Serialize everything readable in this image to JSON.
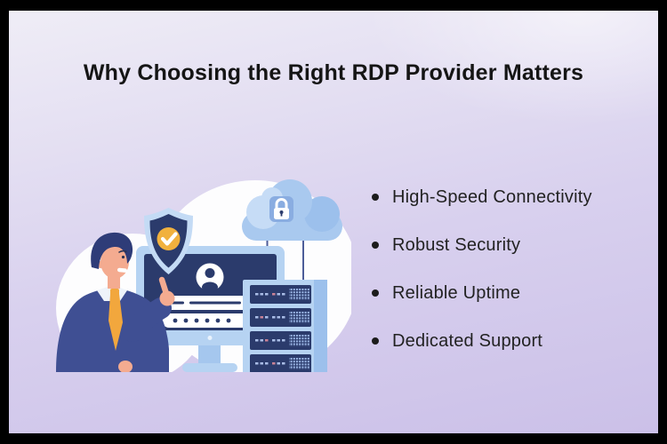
{
  "title": "Why Choosing the Right RDP Provider Matters",
  "benefits": [
    "High-Speed Connectivity",
    "Robust Security",
    "Reliable Uptime",
    "Dedicated Support"
  ],
  "illustration": {
    "alt": "Man in suit pointing at a monitor showing a login screen, with a verified shield badge, a cloud with a padlock, and a server rack",
    "icons": [
      "shield-check-icon",
      "cloud-lock-icon",
      "user-avatar-icon",
      "username-field",
      "password-field",
      "server-rack-icon",
      "monitor-icon"
    ]
  },
  "colors": {
    "canvas-border": "#000000",
    "bg-light": "#efedf6",
    "bg-dark": "#cbc0e8",
    "title-text": "#151515",
    "list-text": "#222222",
    "navy": "#2b3b6c",
    "panel-blue": "#b6d3f2",
    "cloud-blue": "#a9c9ef",
    "cloud-blue-dark": "#9cc0ec",
    "cloud-blue-light": "#c6dcf6",
    "lock-tile": "#8aade1",
    "shield-outer": "#c4dbf5",
    "gold": "#f1b13e",
    "suit": "#3f4f93",
    "hair": "#2e3c78",
    "skin": "#f4ab90",
    "tie": "#f2a73d",
    "blob-white": "#fdfdfe"
  }
}
